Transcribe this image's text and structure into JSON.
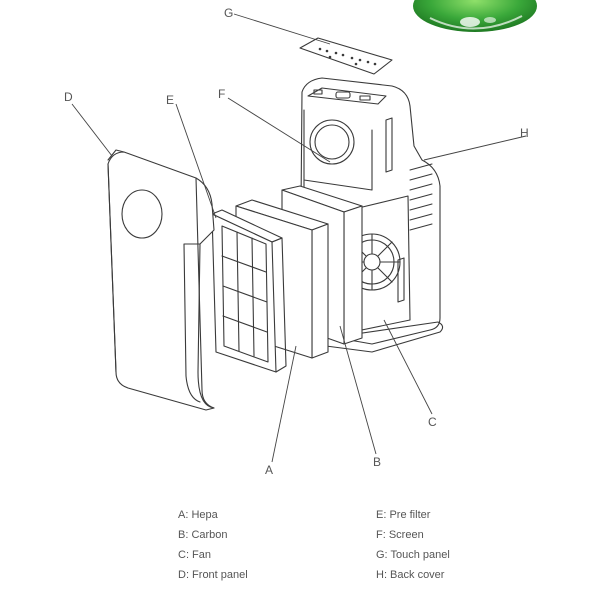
{
  "callouts": {
    "A": "A",
    "B": "B",
    "C": "C",
    "D": "D",
    "E": "E",
    "F": "F",
    "G": "G",
    "H": "H"
  },
  "legend": {
    "left": [
      {
        "text": "A: Hepa"
      },
      {
        "text": "B: Carbon"
      },
      {
        "text": "C: Fan"
      },
      {
        "text": "D: Front panel"
      }
    ],
    "right": [
      {
        "text": "E: Pre filter"
      },
      {
        "text": "F: Screen"
      },
      {
        "text": "G: Touch panel"
      },
      {
        "text": "H: Back cover"
      }
    ]
  },
  "colors": {
    "leaf_green": "#3aa83a",
    "line": "#3a3a3a",
    "text": "#555555"
  }
}
